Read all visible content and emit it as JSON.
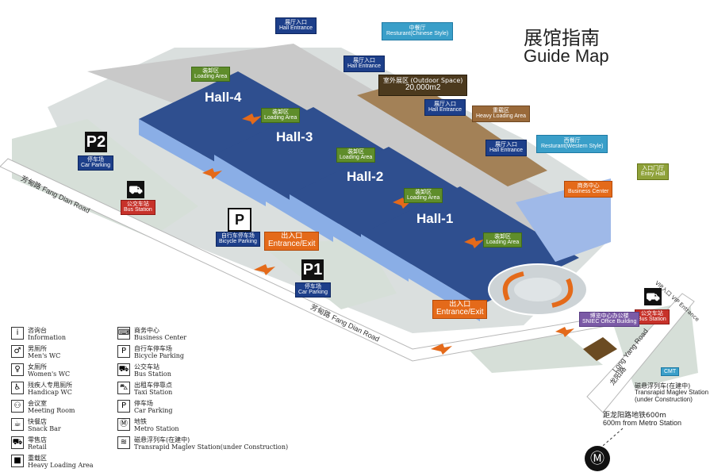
{
  "title": {
    "cn": "展馆指南",
    "en": "Guide Map"
  },
  "halls": [
    "Hall-4",
    "Hall-3",
    "Hall-2",
    "Hall-1"
  ],
  "entrances": [
    {
      "cn": "展厅入口",
      "en": "Hall Entrance"
    },
    {
      "cn": "展厅入口",
      "en": "Hall Entrance"
    },
    {
      "cn": "展厅入口",
      "en": "Hall Entrance"
    },
    {
      "cn": "展厅入口",
      "en": "Hall Entrance"
    }
  ],
  "restaurant_cn": {
    "cn": "中餐厅",
    "en": "Resturant(Chinese Style)"
  },
  "restaurant_west": {
    "cn": "西餐厅",
    "en": "Resturant(Western Style)"
  },
  "outdoor": {
    "cn": "室外展区",
    "en": "(Outdoor Space)",
    "area": "20,000m2"
  },
  "heavy_loading": {
    "cn": "重载区",
    "en": "Heavy Loading Area"
  },
  "loading": {
    "cn": "装卸区",
    "en": "Loading Area"
  },
  "business": {
    "cn": "商务中心",
    "en": "Business Center"
  },
  "entry_hall": {
    "cn": "入口门厅",
    "en": "Entry Hall"
  },
  "entrance_exit": {
    "cn": "出入口",
    "en": "Entrance/Exit"
  },
  "car_parking": {
    "cn": "停车场",
    "en": "Car Parking",
    "p2": "P2",
    "p1": "P1"
  },
  "bicycle": {
    "cn": "自行车停车场",
    "en": "Bicycle Parking"
  },
  "bus": {
    "cn": "公交车站",
    "en": "Bus Station"
  },
  "office": {
    "cn": "博览中心办公楼",
    "en": "SNIEC Office Building"
  },
  "vip": {
    "label": "VIP入口 VIP Entrance"
  },
  "roads": {
    "fangdian_cn": "芳甸路",
    "fangdian_en": "Fang Dian Road",
    "longyang_cn": "龙阳路",
    "longyang_en": "Long Yang Road"
  },
  "maglev": {
    "cn": "磁悬浮列车(在建中)",
    "en1": "Transrapid Maglev Station",
    "en2": "(under Construction)"
  },
  "metro_dist": {
    "cn": "距龙阳路地铁600m",
    "en": "600m from Metro Station"
  },
  "legend": [
    {
      "icon": "i",
      "cn": "咨询台",
      "en": "Information",
      "name": "information-icon"
    },
    {
      "icon": "♂",
      "cn": "男厕所",
      "en": "Men's WC",
      "name": "mens-wc-icon"
    },
    {
      "icon": "♀",
      "cn": "女厕所",
      "en": "Women's WC",
      "name": "womens-wc-icon"
    },
    {
      "icon": "♿",
      "cn": "残疾人专用厕所",
      "en": "Handicap WC",
      "name": "handicap-wc-icon"
    },
    {
      "icon": "⚇",
      "cn": "会议室",
      "en": "Meeting Room",
      "name": "meeting-room-icon"
    },
    {
      "icon": "☕",
      "cn": "快餐店",
      "en": "Snack Bar",
      "name": "snack-bar-icon"
    },
    {
      "icon": "⛟",
      "cn": "零售店",
      "en": "Retail",
      "name": "retail-icon"
    },
    {
      "icon": "■",
      "cn": "重载区",
      "en": "Heavy Loading Area",
      "name": "heavy-loading-icon"
    },
    {
      "icon": "⌨",
      "cn": "商务中心",
      "en": "Business Center",
      "name": "business-center-icon"
    },
    {
      "icon": "P",
      "cn": "自行车停车场",
      "en": "Bicycle Parking",
      "name": "bicycle-parking-icon"
    },
    {
      "icon": "⛟",
      "cn": "公交车站",
      "en": "Bus Station",
      "name": "bus-station-icon"
    },
    {
      "icon": "⛍",
      "cn": "出租车停靠点",
      "en": "Taxi Station",
      "name": "taxi-station-icon"
    },
    {
      "icon": "P",
      "cn": "停车场",
      "en": "Car Parking",
      "name": "car-parking-icon"
    },
    {
      "icon": "Ⓜ",
      "cn": "地铁",
      "en": "Metro Station",
      "name": "metro-station-icon"
    },
    {
      "icon": "≋",
      "cn": "磁悬浮列车(在建中)",
      "en": "Transrapid Maglev Station(under Construction)",
      "name": "maglev-station-icon"
    }
  ],
  "colors": {
    "hall": "#2f4f8f",
    "hall_side": "#7fa4e2",
    "road": "#ffffff",
    "ground": "#e8ebe8",
    "loading": "#5f8d2b",
    "arrow": "#e46a1a"
  }
}
